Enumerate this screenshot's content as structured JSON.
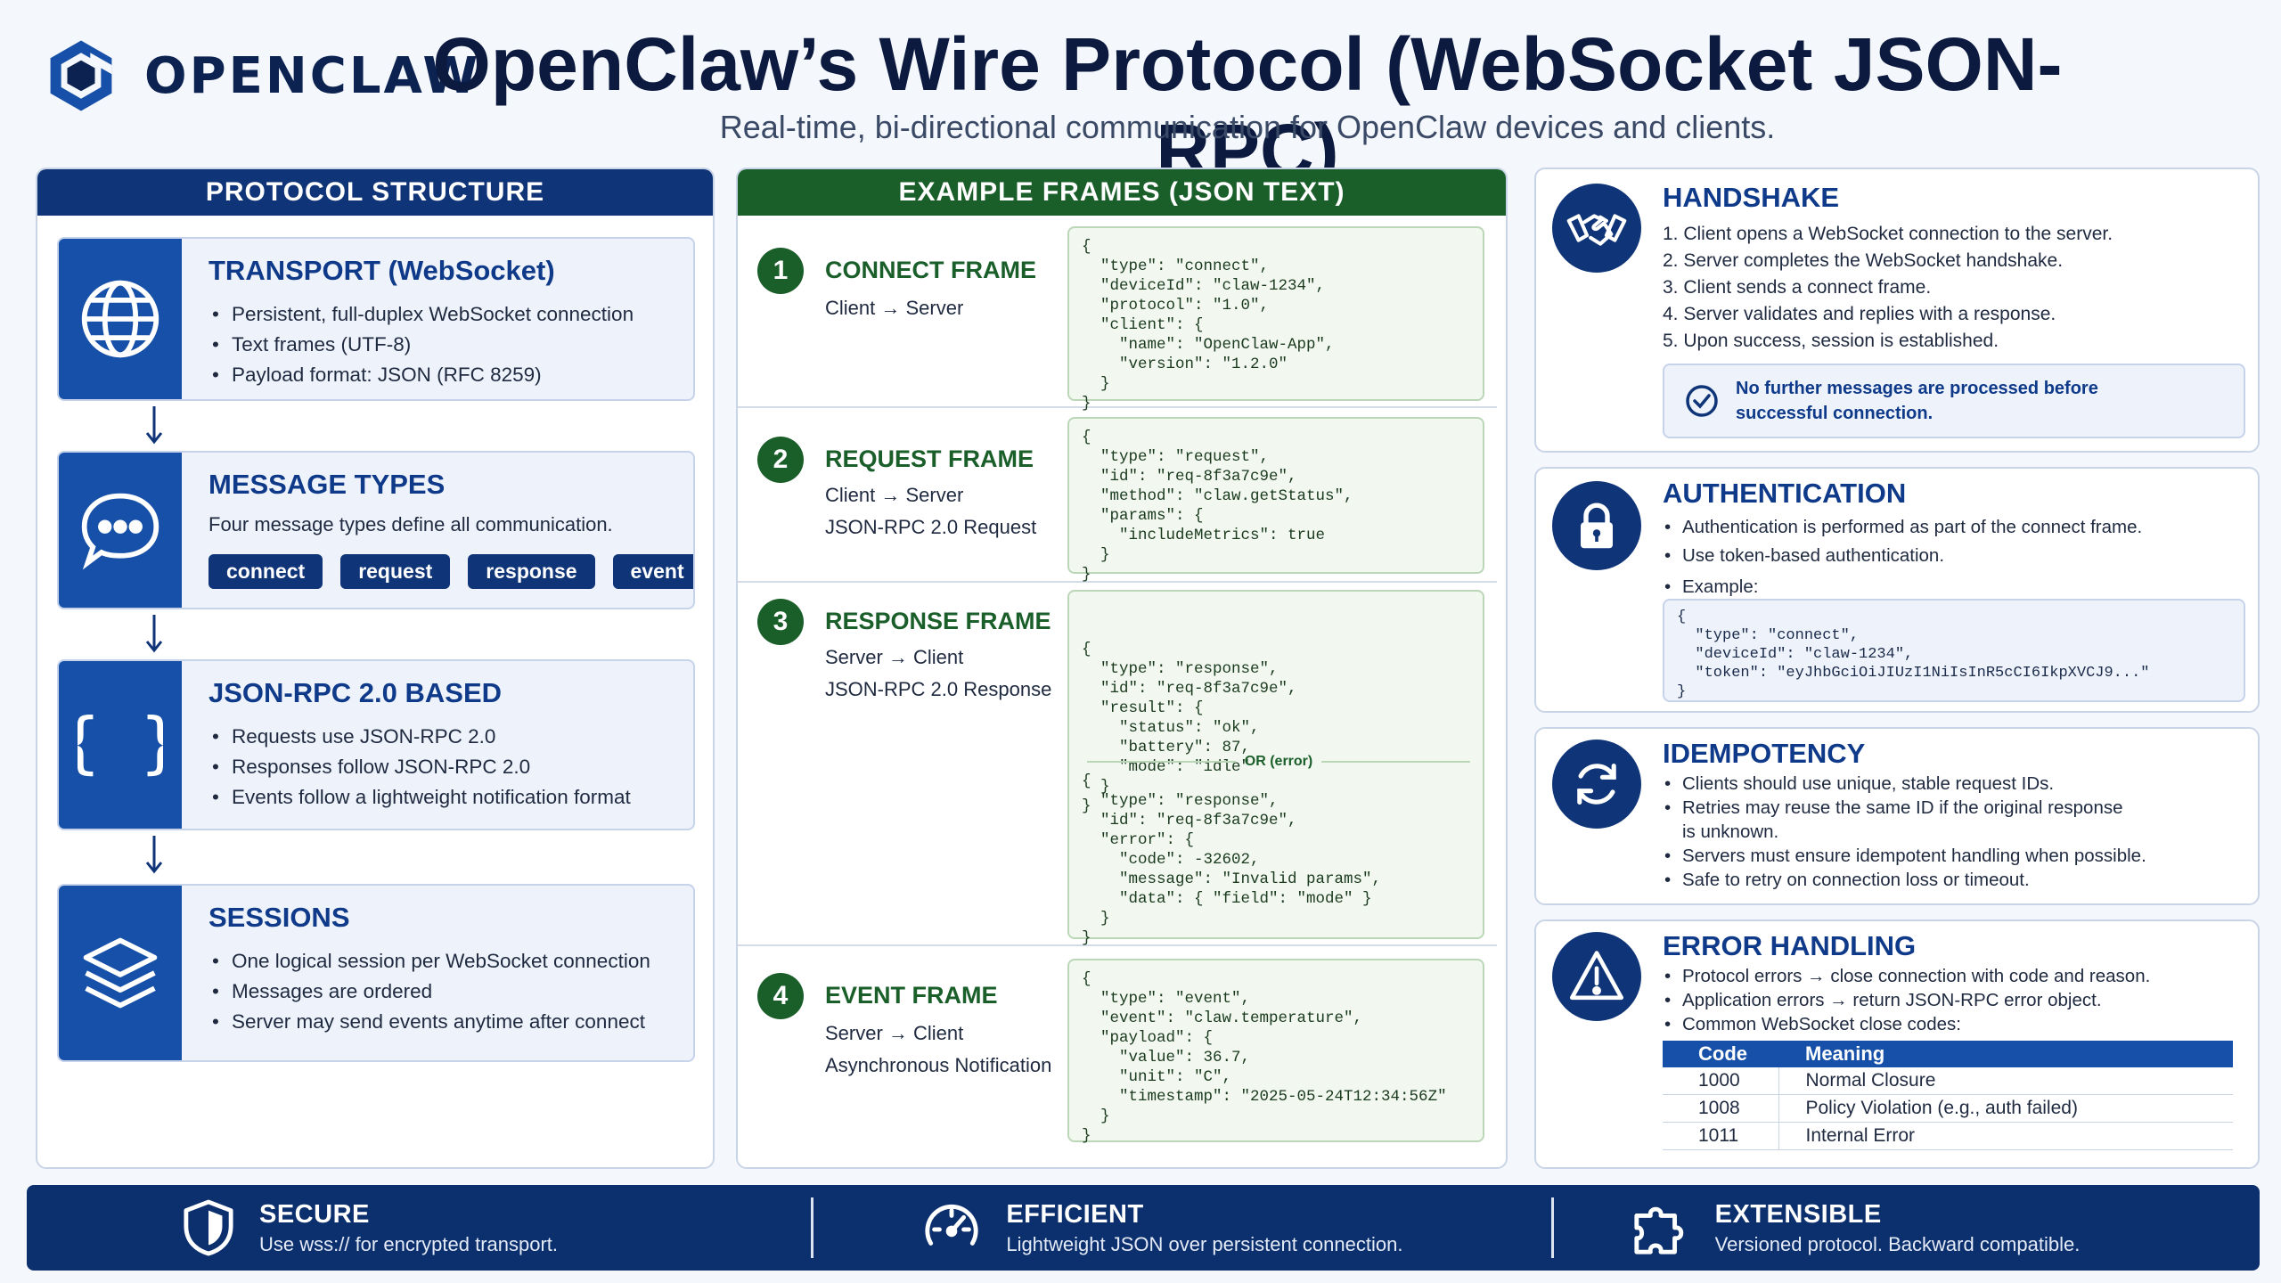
{
  "header": {
    "logo_text": "OPENCLAW",
    "title": "OpenClaw’s Wire Protocol (WebSocket JSON-RPC)",
    "subtitle": "Real-time, bi-directional communication for OpenClaw devices and clients."
  },
  "left": {
    "heading": "PROTOCOL STRUCTURE",
    "transport": {
      "title": "TRANSPORT (WebSocket)",
      "bullets": [
        "Persistent, full-duplex WebSocket connection",
        "Text frames (UTF-8)",
        "Payload format: JSON (RFC 8259)"
      ]
    },
    "message_types": {
      "title": "MESSAGE TYPES",
      "desc": "Four message types define all communication.",
      "chips": [
        "connect",
        "request",
        "response",
        "event"
      ]
    },
    "jsonrpc": {
      "title": "JSON-RPC 2.0 BASED",
      "bullets": [
        "Requests use JSON-RPC 2.0",
        "Responses follow JSON-RPC 2.0",
        "Events follow a lightweight notification format"
      ]
    },
    "sessions": {
      "title": "SESSIONS",
      "bullets": [
        "One logical session per WebSocket connection",
        "Messages are ordered",
        "Server may send events anytime after connect"
      ]
    }
  },
  "middle": {
    "heading": "EXAMPLE FRAMES (JSON TEXT)",
    "frames": [
      {
        "num": "1",
        "name": "CONNECT FRAME",
        "dir": "Client → Server",
        "sub": "",
        "code": "{\n  \"type\": \"connect\",\n  \"deviceId\": \"claw-1234\",\n  \"protocol\": \"1.0\",\n  \"client\": {\n    \"name\": \"OpenClaw-App\",\n    \"version\": \"1.2.0\"\n  }\n}"
      },
      {
        "num": "2",
        "name": "REQUEST FRAME",
        "dir": "Client → Server",
        "sub": "JSON-RPC 2.0 Request",
        "code": "{\n  \"type\": \"request\",\n  \"id\": \"req-8f3a7c9e\",\n  \"method\": \"claw.getStatus\",\n  \"params\": {\n    \"includeMetrics\": true\n  }\n}"
      },
      {
        "num": "3",
        "name": "RESPONSE FRAME",
        "dir": "Server → Client",
        "sub": "JSON-RPC 2.0 Response",
        "code": "{\n  \"type\": \"response\",\n  \"id\": \"req-8f3a7c9e\",\n  \"result\": {\n    \"status\": \"ok\",\n    \"battery\": 87,\n    \"mode\": \"idle\"\n  }\n}",
        "or_label": "OR (error)",
        "code_error": "{\n  \"type\": \"response\",\n  \"id\": \"req-8f3a7c9e\",\n  \"error\": {\n    \"code\": -32602,\n    \"message\": \"Invalid params\",\n    \"data\": { \"field\": \"mode\" }\n  }\n}"
      },
      {
        "num": "4",
        "name": "EVENT FRAME",
        "dir": "Server → Client",
        "sub": "Asynchronous Notification",
        "code": "{\n  \"type\": \"event\",\n  \"event\": \"claw.temperature\",\n  \"payload\": {\n    \"value\": 36.7,\n    \"unit\": \"C\",\n    \"timestamp\": \"2025-05-24T12:34:56Z\"\n  }\n}"
      }
    ]
  },
  "right": {
    "handshake": {
      "title": "HANDSHAKE",
      "steps": [
        "1.  Client opens a WebSocket connection to the server.",
        "2.  Server completes the WebSocket handshake.",
        "3.  Client sends a connect frame.",
        "4.  Server validates and replies with a response.",
        "5.  Upon success, session is established."
      ],
      "note_line1": "No further messages are processed before",
      "note_line2": "successful connection."
    },
    "auth": {
      "title": "AUTHENTICATION",
      "bullets": [
        "Authentication is performed as part of the connect frame.",
        "Use token-based authentication.",
        "Example:"
      ],
      "code": "{\n  \"type\": \"connect\",\n  \"deviceId\": \"claw-1234\",\n  \"token\": \"eyJhbGciOiJIUzI1NiIsInR5cCI6IkpXVCJ9...\"\n}"
    },
    "idempotency": {
      "title": "IDEMPOTENCY",
      "b1": "Clients should use unique, stable request IDs.",
      "b2a": "Retries may reuse the same ID if the original response",
      "b2b": "is unknown.",
      "b3": "Servers must ensure idempotent handling when possible.",
      "b4": "Safe to retry on connection loss or timeout."
    },
    "errors": {
      "title": "ERROR HANDLING",
      "bullets": [
        "Protocol errors → close connection with code and reason.",
        "Application errors → return JSON-RPC error object.",
        "Common WebSocket close codes:"
      ],
      "col_code": "Code",
      "col_meaning": "Meaning",
      "rows": [
        {
          "code": "1000",
          "meaning": "Normal Closure"
        },
        {
          "code": "1008",
          "meaning": "Policy Violation (e.g., auth failed)"
        },
        {
          "code": "1011",
          "meaning": "Internal Error"
        }
      ]
    }
  },
  "footer": {
    "secure_title": "SECURE",
    "secure_text": "Use wss:// for encrypted transport.",
    "efficient_title": "EFFICIENT",
    "efficient_text": "Lightweight JSON over persistent connection.",
    "extensible_title": "EXTENSIBLE",
    "extensible_text": "Versioned protocol. Backward compatible."
  },
  "icons": {
    "logo": "openclaw-hex-logo",
    "transport": "globe-icon",
    "message_types": "chat-bubble-icon",
    "jsonrpc": "curly-braces-icon",
    "sessions": "layers-icon",
    "handshake": "handshake-icon",
    "auth": "lock-icon",
    "idempotency": "refresh-icon",
    "errors": "warning-icon",
    "note": "check-circle-icon",
    "secure": "shield-icon",
    "efficient": "speedometer-icon",
    "extensible": "puzzle-icon"
  },
  "colors": {
    "navy": "#0f3478",
    "blue": "#1650a8",
    "green": "#1a5e2a"
  }
}
